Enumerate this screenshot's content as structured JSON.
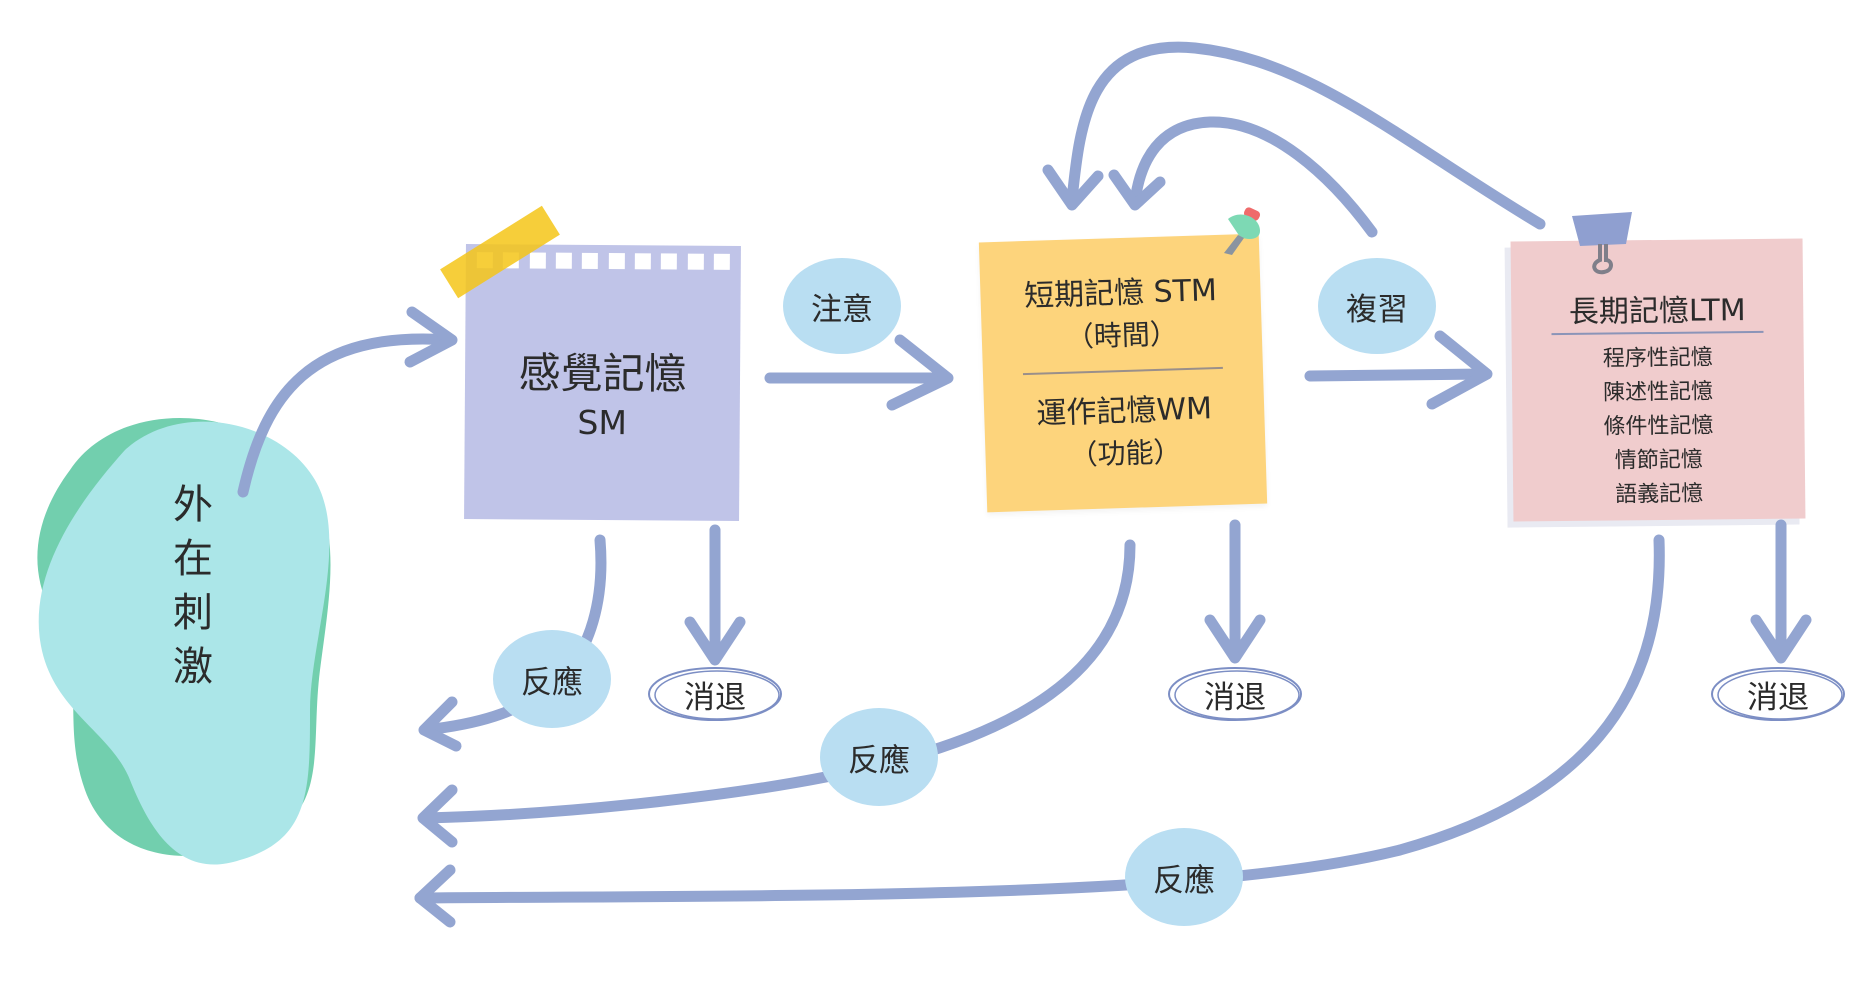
{
  "external_stimulus": {
    "label": "外在刺激",
    "chars": [
      "外",
      "在",
      "刺",
      "激"
    ]
  },
  "sensory_memory": {
    "title": "感覺記憶",
    "abbr": "SM"
  },
  "short_term_memory": {
    "title": "短期記憶 STM",
    "title_note": "（時間）",
    "subtitle": "運作記憶WM",
    "subtitle_note": "（功能）"
  },
  "long_term_memory": {
    "title": "長期記憶LTM",
    "types": [
      "程序性記憶",
      "陳述性記憶",
      "條件性記憶",
      "情節記憶",
      "語義記憶"
    ]
  },
  "labels": {
    "attention": "注意",
    "rehearsal": "複習",
    "response_1": "反應",
    "response_2": "反應",
    "response_3": "反應",
    "decay_1": "消退",
    "decay_2": "消退",
    "decay_3": "消退"
  },
  "colors": {
    "arrow": "#93a5d1",
    "blob_front": "#abe6e8",
    "blob_back": "#72cfae",
    "sm_note": "#c0c4e8",
    "stm_note": "#fdd47c",
    "ltm_note": "#f0cccd",
    "label_bubble": "#b9def2",
    "tape": "#f5c518"
  }
}
